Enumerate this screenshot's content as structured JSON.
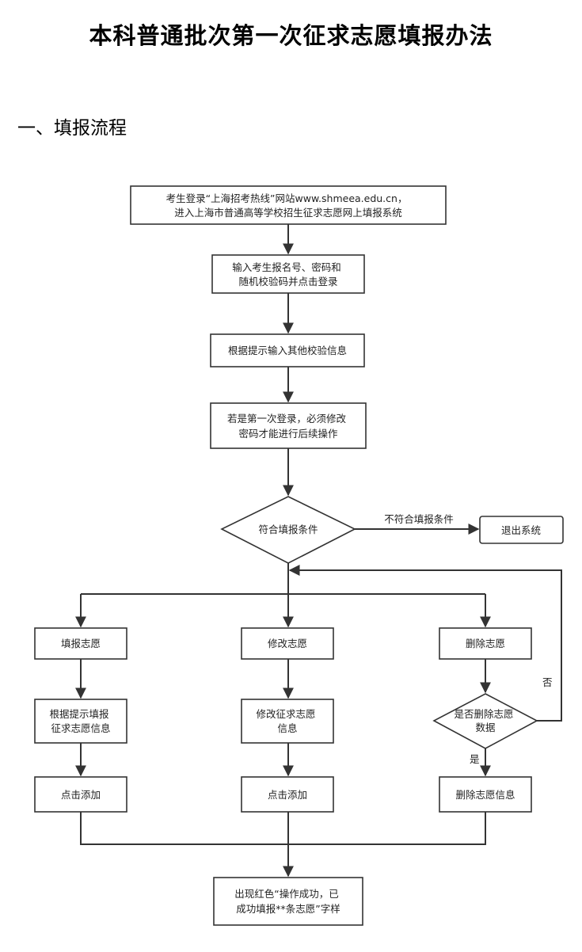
{
  "document": {
    "title": "本科普通批次第一次征求志愿填报办法",
    "section_heading": "一、填报流程"
  },
  "nodes": {
    "login_site": [
      "考生登录“上海招考热线”网站www.shmeea.edu.cn，",
      "进入上海市普通高等学校招生征求志愿网上填报系统"
    ],
    "enter_credentials": [
      "输入考生报名号、密码和",
      "随机校验码并点击登录"
    ],
    "enter_verification": [
      "根据提示输入其他校验信息"
    ],
    "first_login": [
      "若是第一次登录，必须修改",
      "密码才能进行后续操作"
    ],
    "eligibility_check": [
      "符合填报条件"
    ],
    "exit_system": [
      "退出系统"
    ],
    "fill_choice": [
      "填报志愿"
    ],
    "modify_choice": [
      "修改志愿"
    ],
    "delete_choice": [
      "删除志愿"
    ],
    "fill_info": [
      "根据提示填报",
      "征求志愿信息"
    ],
    "modify_info": [
      "修改征求志愿",
      "信息"
    ],
    "delete_confirm": [
      "是否删除志愿",
      "数据"
    ],
    "click_add_left": [
      "点击添加"
    ],
    "click_add_middle": [
      "点击添加"
    ],
    "delete_info": [
      "删除志愿信息"
    ],
    "success_message": [
      "出现红色“操作成功，已",
      "成功填报**条志愿”字样"
    ]
  },
  "edge_labels": {
    "not_eligible": "不符合填报条件",
    "no": "否",
    "yes": "是"
  }
}
